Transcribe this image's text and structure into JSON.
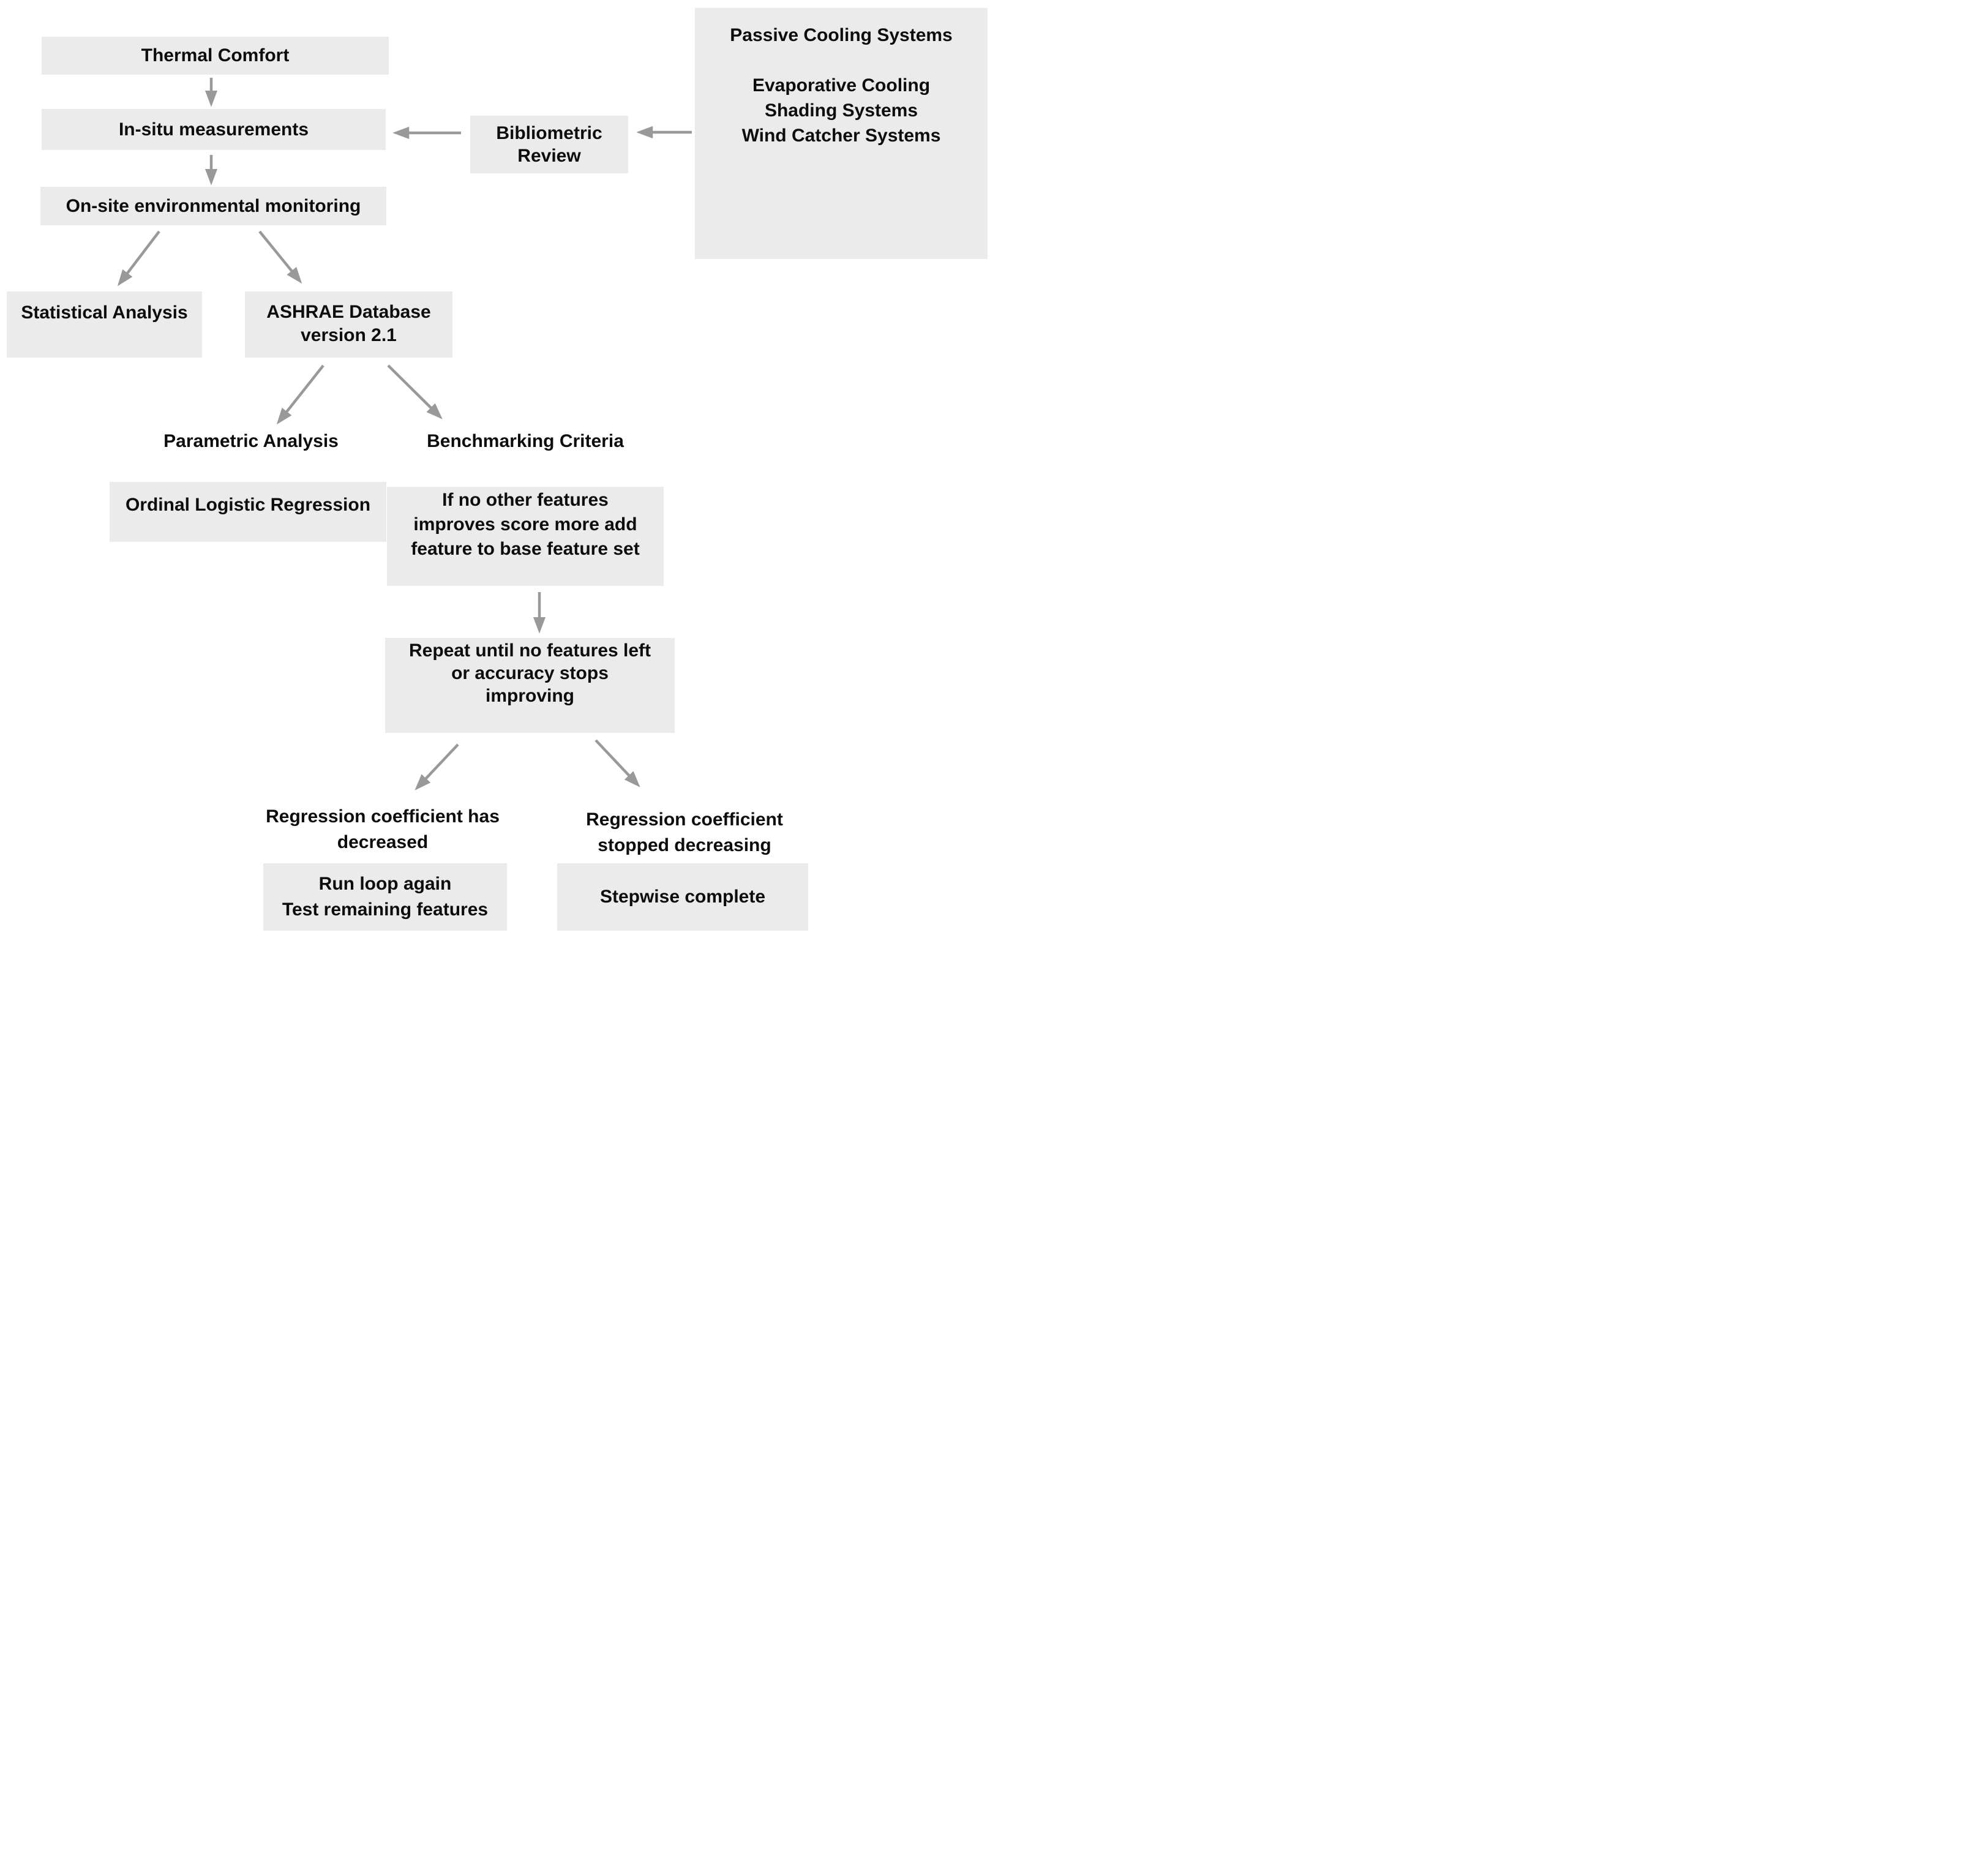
{
  "diagram": {
    "colors": {
      "background": "#ffffff",
      "box_fill": "#ebebeb",
      "text": "#0d0d0d",
      "arrow": "#999999"
    },
    "nodes": {
      "thermal_comfort": {
        "label": "Thermal Comfort"
      },
      "in_situ": {
        "label": "In-situ measurements"
      },
      "on_site": {
        "label": "On-site environmental monitoring"
      },
      "statistical": {
        "label": "Statistical Analysis"
      },
      "ashrae": {
        "line1": "ASHRAE Database",
        "line2": "version 2.1"
      },
      "bibliometric": {
        "line1": "Bibliometric",
        "line2": "Review"
      },
      "passive": {
        "title": "Passive Cooling Systems",
        "items": [
          "Evaporative Cooling",
          "Shading Systems",
          "Wind Catcher Systems"
        ]
      },
      "parametric": {
        "label": "Parametric Analysis"
      },
      "benchmarking": {
        "label": "Benchmarking Criteria"
      },
      "ordinal": {
        "label": "Ordinal Logistic Regression"
      },
      "if_no_other": {
        "line1": "If no other features",
        "line2": "improves score more add",
        "line3": "feature to base feature set"
      },
      "repeat": {
        "line1": "Repeat until no features left",
        "line2": "or accuracy stops",
        "line3": "improving"
      },
      "reg_decreased": {
        "line1": "Regression coefficient has",
        "line2": "decreased"
      },
      "reg_stopped": {
        "line1": "Regression coefficient",
        "line2": "stopped decreasing"
      },
      "run_loop": {
        "line1": "Run loop again",
        "line2": "Test remaining features"
      },
      "stepwise": {
        "label": "Stepwise complete"
      }
    }
  }
}
